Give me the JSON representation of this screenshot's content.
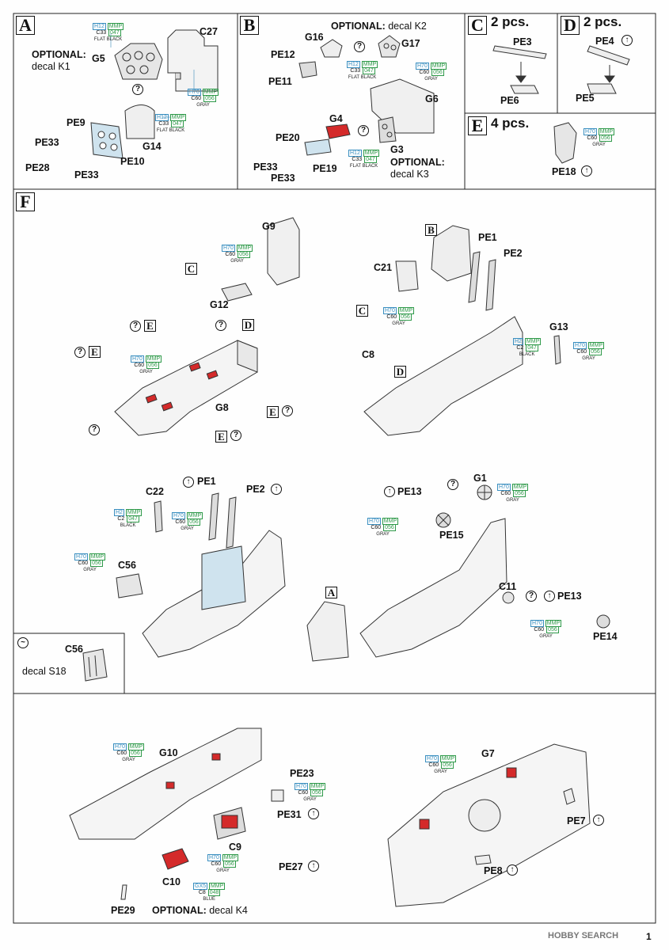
{
  "sections": {
    "A": {
      "letter": "A",
      "labels": [
        "C27",
        "G5",
        "PE9",
        "PE33",
        "PE28",
        "PE33",
        "PE10",
        "G14"
      ],
      "optional_line1": "OPTIONAL:",
      "optional_line2": "decal K1",
      "paint1": {
        "code1": "H12",
        "brand": "MMP",
        "code2": "C33",
        "num": "047",
        "caption": "FLAT BLACK"
      },
      "paint2": {
        "code1": "H12",
        "brand": "MMP",
        "code2": "C33",
        "num": "047",
        "caption": "FLAT BLACK"
      },
      "paint3": {
        "code1": "H70",
        "brand": "MMP",
        "code2": "C60",
        "num": "056",
        "caption": "GRAY"
      }
    },
    "B": {
      "letter": "B",
      "labels": [
        "G16",
        "PE12",
        "PE11",
        "G17",
        "G6",
        "G4",
        "PE20",
        "PE33",
        "PE19",
        "PE33",
        "G3"
      ],
      "optional_top_bold": "OPTIONAL:",
      "optional_top_text": " decal K2",
      "optional_bottom_line1": "OPTIONAL:",
      "optional_bottom_line2": "decal K3",
      "paint1": {
        "code1": "H12",
        "brand": "MMP",
        "code2": "C33",
        "num": "047",
        "caption": "FLAT BLACK"
      },
      "paint2": {
        "code1": "H70",
        "brand": "MMP",
        "code2": "C60",
        "num": "056",
        "caption": "GRAY"
      },
      "paint3": {
        "code1": "H12",
        "brand": "MMP",
        "code2": "C33",
        "num": "047",
        "caption": "FLAT BLACK"
      }
    },
    "C": {
      "letter": "C",
      "pcs": "2 pcs.",
      "labels": [
        "PE3",
        "PE6"
      ]
    },
    "D": {
      "letter": "D",
      "pcs": "2 pcs.",
      "labels": [
        "PE4",
        "PE5"
      ]
    },
    "E": {
      "letter": "E",
      "pcs": "4 pcs.",
      "labels": [
        "PE18"
      ],
      "paint1": {
        "code1": "H70",
        "brand": "MMP",
        "code2": "C60",
        "num": "056",
        "caption": "GRAY"
      }
    },
    "F": {
      "letter": "F",
      "step1": {
        "labels": [
          "G9",
          "G12",
          "G8"
        ],
        "refs": [
          "C",
          "D",
          "E",
          "E",
          "E",
          "E"
        ],
        "paint1": {
          "code1": "H70",
          "brand": "MMP",
          "code2": "C60",
          "num": "056",
          "caption": "GRAY"
        },
        "paint2": {
          "code1": "H70",
          "brand": "MMP",
          "code2": "C60",
          "num": "056",
          "caption": "GRAY"
        }
      },
      "step2": {
        "labels": [
          "PE1",
          "PE2",
          "C21",
          "C8",
          "G13"
        ],
        "refs": [
          "B",
          "C",
          "D"
        ],
        "paint1": {
          "code1": "H70",
          "brand": "MMP",
          "code2": "C60",
          "num": "056",
          "caption": "GRAY"
        },
        "paint2": {
          "code1": "H2",
          "brand": "MMP",
          "code2": "C2",
          "num": "047",
          "caption": "BLACK"
        },
        "paint3": {
          "code1": "H70",
          "brand": "MMP",
          "code2": "C60",
          "num": "056",
          "caption": "GRAY"
        }
      },
      "step3": {
        "labels": [
          "C22",
          "PE1",
          "PE2",
          "C56"
        ],
        "paint1": {
          "code1": "H2",
          "brand": "MMP",
          "code2": "C2",
          "num": "047",
          "caption": "BLACK"
        },
        "paint2": {
          "code1": "H70",
          "brand": "MMP",
          "code2": "C60",
          "num": "056",
          "caption": "GRAY"
        },
        "paint3": {
          "code1": "H70",
          "brand": "MMP",
          "code2": "C60",
          "num": "056",
          "caption": "GRAY"
        }
      },
      "step4": {
        "labels": [
          "G1",
          "PE13",
          "PE15",
          "C11",
          "PE13",
          "PE14"
        ],
        "refs": [
          "A"
        ],
        "paint1": {
          "code1": "H70",
          "brand": "MMP",
          "code2": "C60",
          "num": "056",
          "caption": "GRAY"
        },
        "paint2": {
          "code1": "H70",
          "brand": "MMP",
          "code2": "C60",
          "num": "056",
          "caption": "GRAY"
        },
        "paint3": {
          "code1": "H70",
          "brand": "MMP",
          "code2": "C60",
          "num": "056",
          "caption": "GRAY"
        }
      },
      "decal_box": {
        "label": "C56",
        "text": "decal S18"
      }
    },
    "bottom_left": {
      "labels": [
        "G10",
        "PE23",
        "PE31",
        "C9",
        "PE27",
        "C10",
        "PE29"
      ],
      "optional_bold": "OPTIONAL:",
      "optional_text": " decal K4",
      "paint1": {
        "code1": "H70",
        "brand": "MMP",
        "code2": "C60",
        "num": "056",
        "caption": "GRAY"
      },
      "paint2": {
        "code1": "H70",
        "brand": "MMP",
        "code2": "C60",
        "num": "056",
        "caption": "GRAY"
      },
      "paint3": {
        "code1": "H70",
        "brand": "MMP",
        "code2": "C60",
        "num": "056",
        "caption": "GRAY"
      },
      "paint4": {
        "code1": "GX5",
        "brand": "MMP",
        "code2": "C8",
        "num": "048",
        "caption": "BLUE"
      }
    },
    "bottom_right": {
      "labels": [
        "G7",
        "PE7",
        "PE8"
      ],
      "paint1": {
        "code1": "H70",
        "brand": "MMP",
        "code2": "C60",
        "num": "056",
        "caption": "GRAY"
      }
    }
  },
  "symbols": {
    "question": "?",
    "bend": "↑"
  },
  "colors": {
    "accent_red": "#d42a2a",
    "paint_blue": "#3a8fc0",
    "paint_green": "#2f9a4a",
    "resin_gray": "#cfd6dc"
  },
  "watermark": {
    "text": "HOBBY SEARCH"
  },
  "page_number": "1"
}
